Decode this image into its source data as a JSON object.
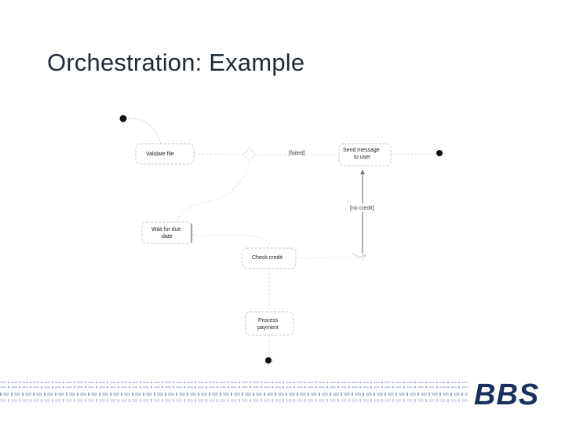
{
  "slide": {
    "title": "Orchestration: Example"
  },
  "diagram": {
    "nodes": {
      "validate_file": "Validate file",
      "send_message": [
        "Send message",
        "to user"
      ],
      "wait_due_date": [
        "Wait for due",
        "date"
      ],
      "check_credit": "Check credit",
      "process_payment": [
        "Process",
        "payment"
      ]
    },
    "guards": {
      "failed": "[failed]",
      "no_credit": "[no credit]"
    }
  },
  "footer": {
    "logo_text": "BBS"
  },
  "colors": {
    "title": "#1f2a36",
    "logo": "#17305e",
    "band_light": "#c9d3e6",
    "band_dark": "#9aa9c8"
  }
}
